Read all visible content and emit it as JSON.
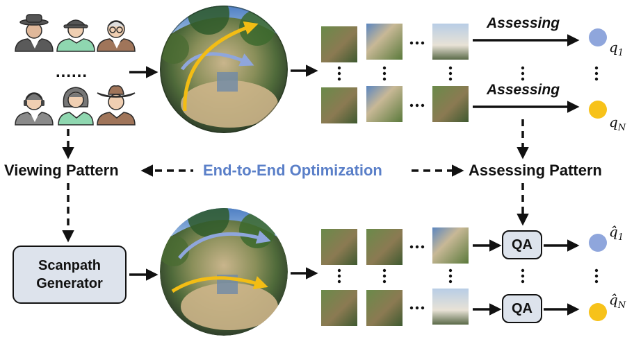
{
  "labels": {
    "viewing_pattern": "Viewing Pattern",
    "assessing_pattern": "Assessing Pattern",
    "end_to_end": "End-to-End Optimization",
    "assessing_top": "Assessing",
    "assessing_bottom": "Assessing",
    "scanpath_generator_line1": "Scanpath",
    "scanpath_generator_line2": "Generator",
    "qa_top": "QA",
    "qa_bottom": "QA",
    "ellipsis_people": "......",
    "ellipsis_h": "···"
  },
  "scores": {
    "q1": {
      "base": "q",
      "sub": "1"
    },
    "qN": {
      "base": "q",
      "sub": "N"
    },
    "q1_hat": {
      "base": "q̂",
      "sub": "1"
    },
    "qN_hat": {
      "base": "q̂",
      "sub": "N"
    }
  },
  "colors": {
    "blue_score": "#8fa6dc",
    "yellow_score": "#f7c21a",
    "blue_path": "#8fa6dc",
    "yellow_path": "#f3bd14",
    "box_fill": "#dde3ec",
    "title_blue": "#5a7fc8"
  },
  "icons": [
    "man-hat-icon",
    "man-cap-icon",
    "old-man-glasses-icon",
    "man-headset-icon",
    "woman-icon",
    "cowboy-icon"
  ]
}
